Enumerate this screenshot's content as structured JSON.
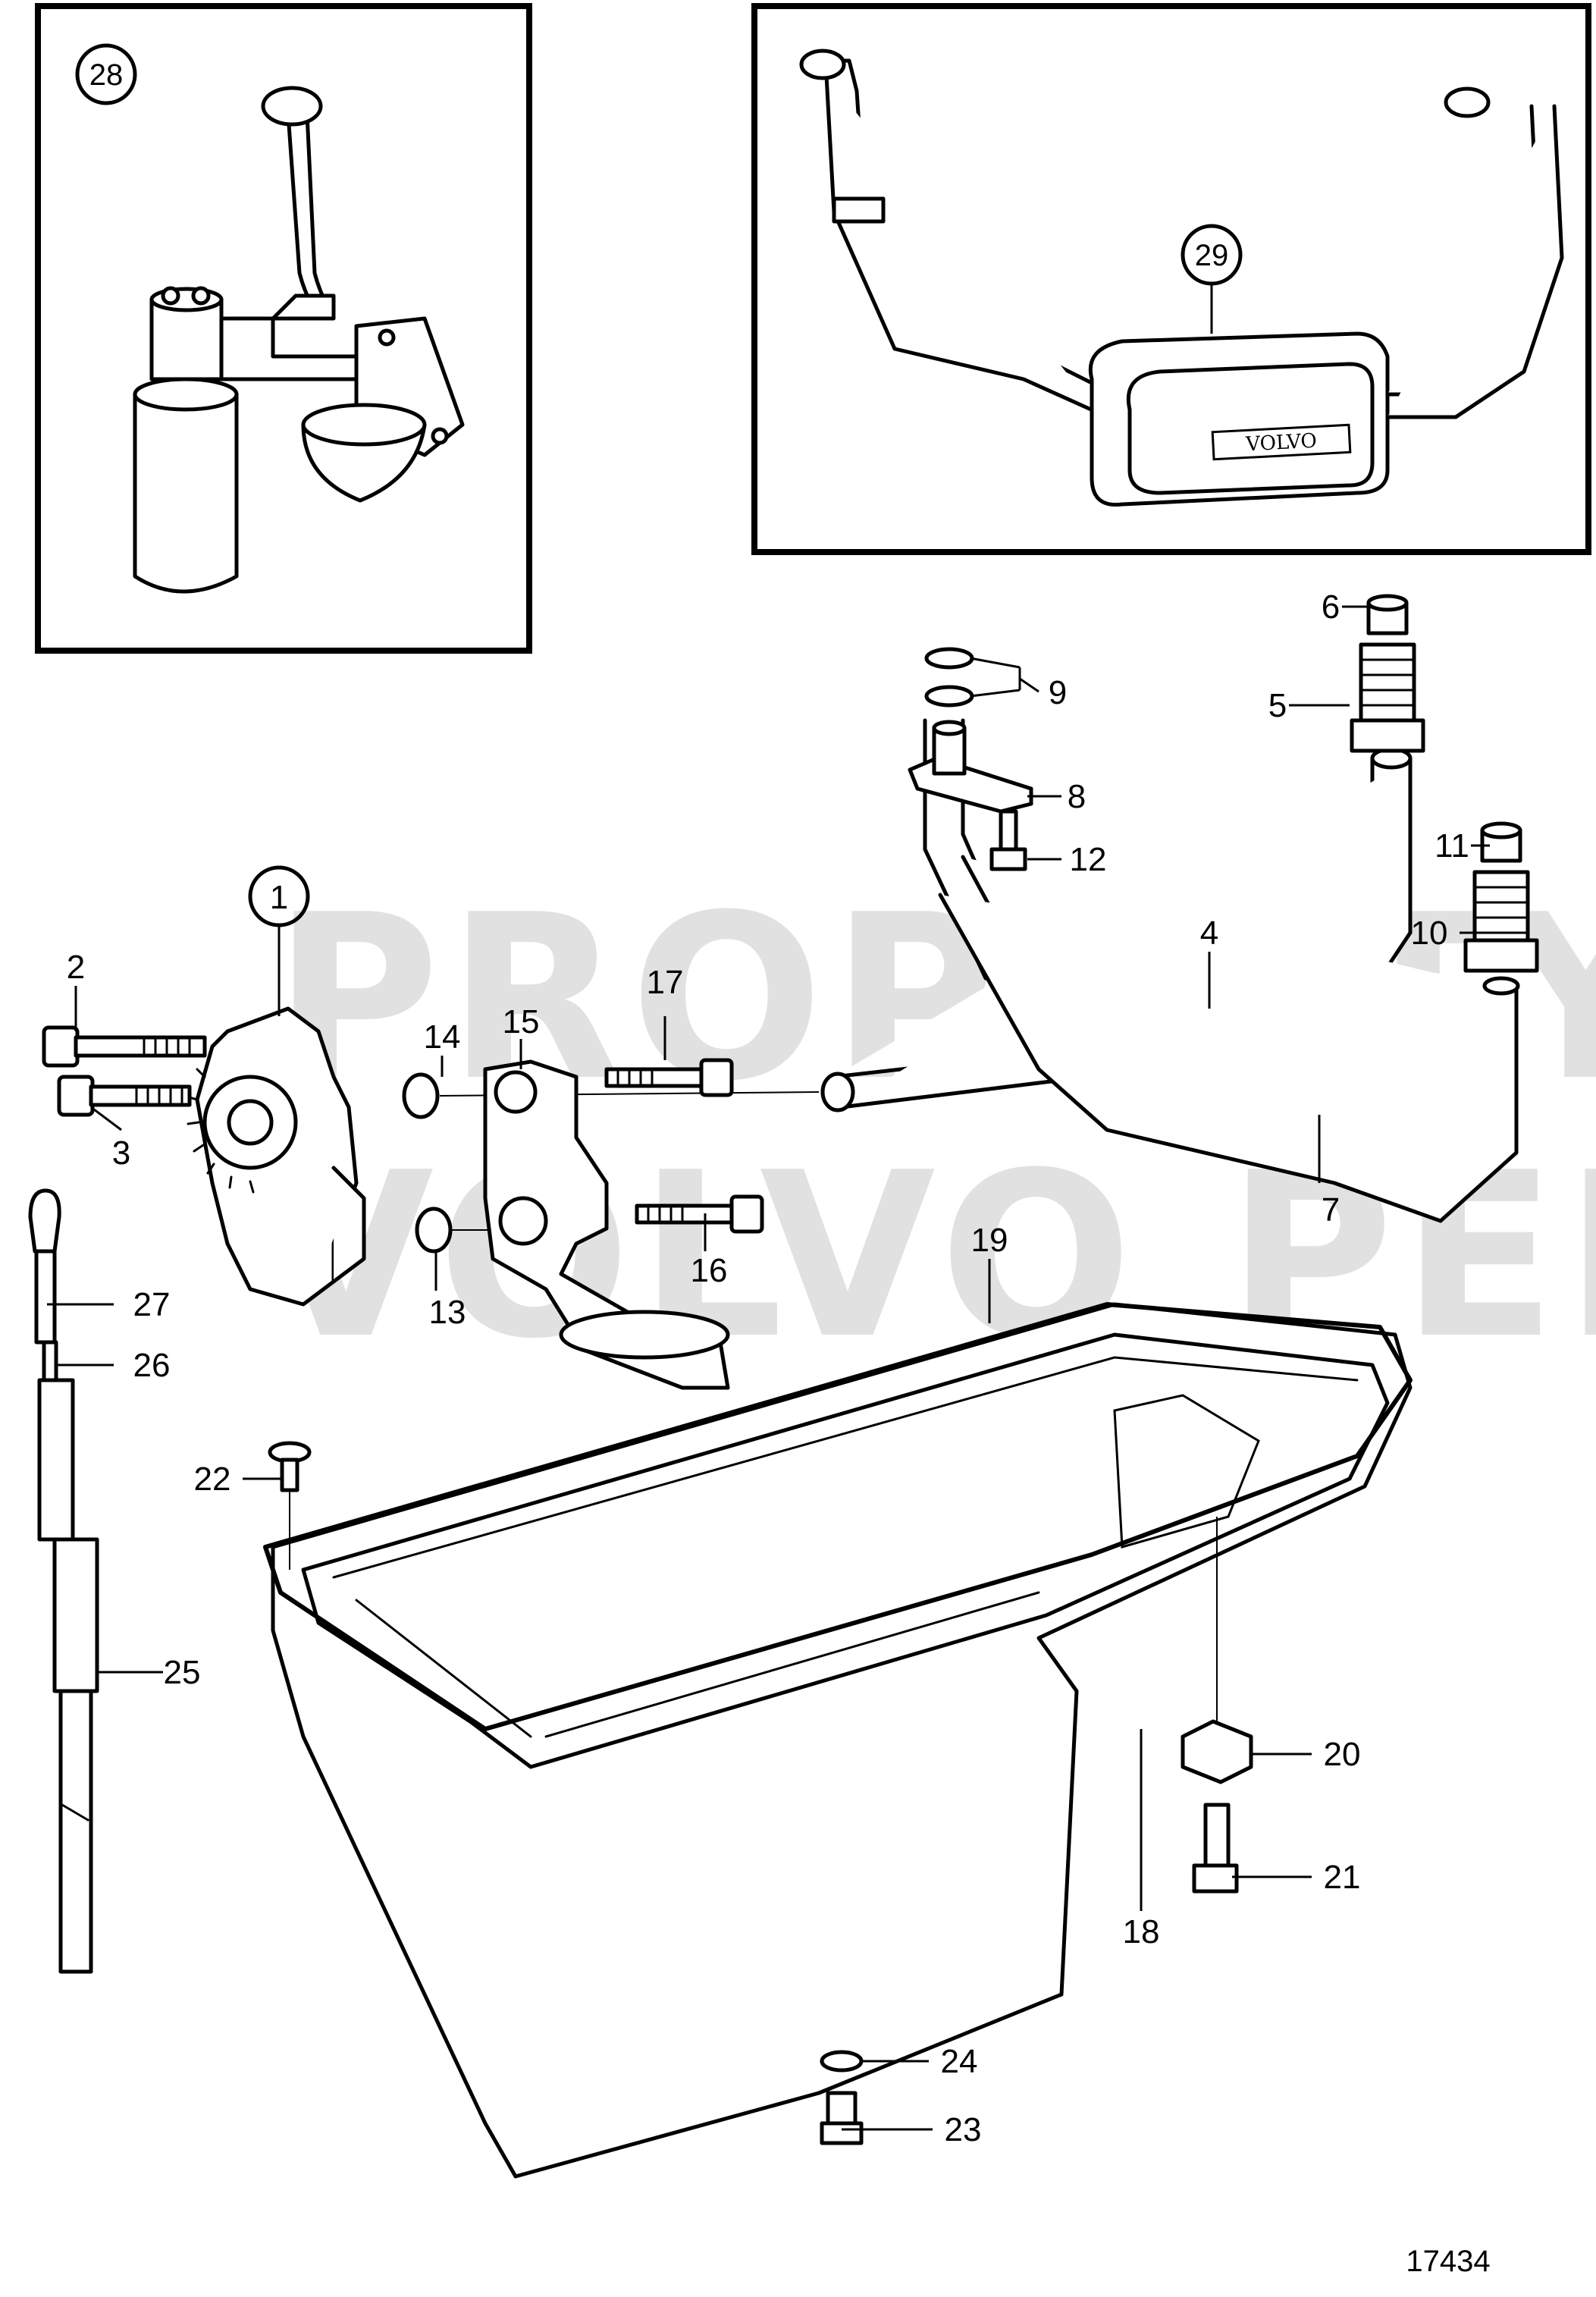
{
  "figure_number": "17434",
  "watermark": {
    "line1": "PROPERTY OF",
    "line2": "VOLVO PENTA"
  },
  "insets": {
    "oil_filter": {
      "ref": "28"
    },
    "oil_cooler": {
      "ref": "29",
      "nameplate": "VOLVO"
    }
  },
  "callouts": {
    "c1": "1",
    "c2": "2",
    "c3": "3",
    "c4": "4",
    "c5": "5",
    "c6": "6",
    "c7": "7",
    "c8": "8",
    "c9": "9",
    "c10": "10",
    "c11": "11",
    "c12": "12",
    "c13": "13",
    "c14": "14",
    "c15": "15",
    "c16": "16",
    "c17": "17",
    "c18": "18",
    "c19": "19",
    "c20": "20",
    "c21": "21",
    "c22": "22",
    "c23": "23",
    "c24": "24",
    "c25": "25",
    "c26": "26",
    "c27": "27"
  }
}
